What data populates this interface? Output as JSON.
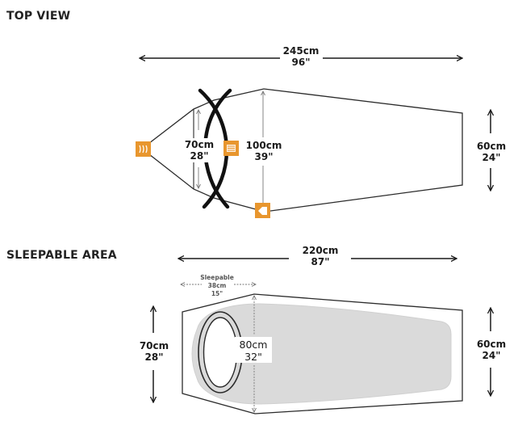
{
  "top_view": {
    "heading": "TOP VIEW",
    "length_cm": "245cm",
    "length_in": "96\"",
    "head_width_cm": "100cm",
    "head_width_in": "39\"",
    "foot_width_cm": "60cm",
    "foot_width_in": "24\"",
    "vestibule_width_cm": "70cm",
    "vestibule_width_in": "28\""
  },
  "sleepable_area": {
    "heading": "SLEEPABLE AREA",
    "length_cm": "220cm",
    "length_in": "87\"",
    "sleepable_label": "Sleepable",
    "sleepable_cm": "38cm",
    "sleepable_in": "15\"",
    "head_width_cm": "80cm",
    "head_width_in": "32\"",
    "foot_width_cm": "60cm",
    "foot_width_in": "24\"",
    "left_width_cm": "70cm",
    "left_width_in": "28\""
  },
  "colors": {
    "outline": "#2b2b2b",
    "accent_orange": "#e8962e",
    "sleep_fill": "#dadada"
  },
  "icons": [
    "vent-icon",
    "door-icon",
    "stake-point-icon"
  ]
}
